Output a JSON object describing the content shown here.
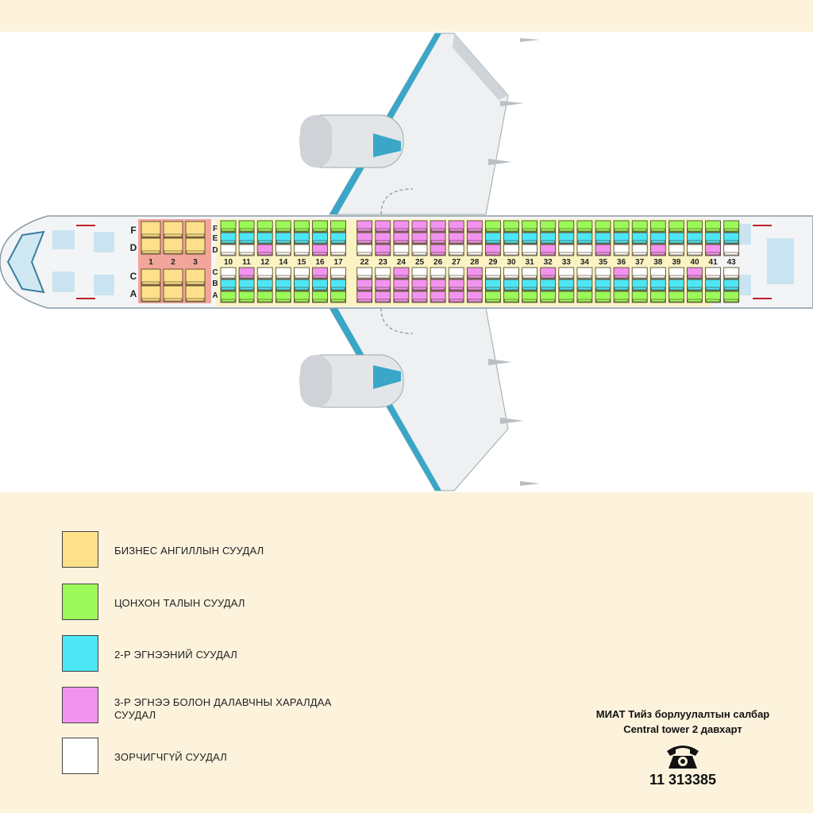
{
  "cabin": {
    "business_rows": [
      "1",
      "2",
      "3"
    ],
    "economy_rows": [
      "10",
      "11",
      "12",
      "14",
      "15",
      "16",
      "17",
      "22",
      "23",
      "24",
      "25",
      "26",
      "27",
      "28",
      "29",
      "30",
      "31",
      "32",
      "33",
      "34",
      "35",
      "36",
      "37",
      "38",
      "39",
      "40",
      "41",
      "43"
    ],
    "business_letters_top": [
      "F",
      "D"
    ],
    "business_letters_bottom": [
      "C",
      "A"
    ],
    "economy_letters_top": [
      "F",
      "E",
      "D"
    ],
    "economy_letters_bottom": [
      "C",
      "B",
      "A"
    ]
  },
  "colors": {
    "business": "#fde08a",
    "window": "#9cf95a",
    "middle": "#4de6f5",
    "aisle": "#f293f0",
    "unavailable": "#ffffff",
    "business_zone": "#f2a59a",
    "economy_zone": "#fcf3c4",
    "wing_edge": "#3aa6c8",
    "fuselage": "#f2f4f6"
  },
  "legend": [
    {
      "label": "БИЗНЕС АНГИЛЛЫН СУУДАЛ",
      "color": "#fde08a"
    },
    {
      "label": "ЦОНХОН ТАЛЫН СУУДАЛ",
      "color": "#9cf95a"
    },
    {
      "label": "2-Р ЭГНЭЭНИЙ СУУДАЛ",
      "color": "#4de6f5"
    },
    {
      "label": "3-Р ЭГНЭЭ БОЛОН ДАЛАВЧНЫ ХАРАЛДАА СУУДАЛ",
      "color": "#f293f0"
    },
    {
      "label": "ЗОРЧИГЧГҮЙ СУУДАЛ",
      "color": "#ffffff"
    }
  ],
  "contact": {
    "line1": "МИАТ Тийз борлуулалтын салбар",
    "line2": "Central tower 2 давхарт",
    "phone": "11 313385",
    "icon": "telephone-icon"
  }
}
